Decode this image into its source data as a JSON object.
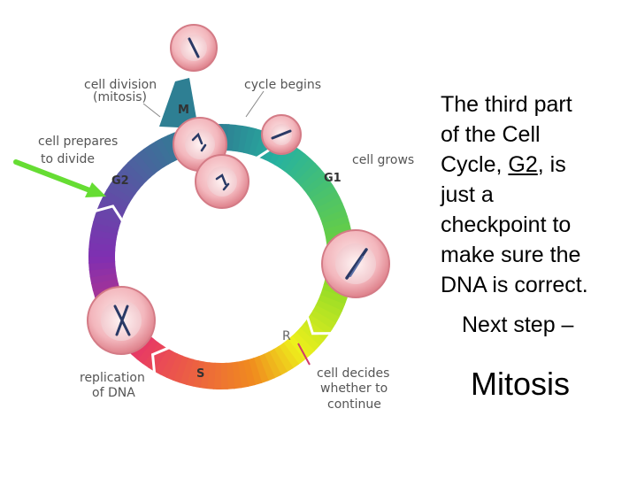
{
  "diagram": {
    "labels": {
      "cell_division": [
        "cell division",
        "(mitosis)"
      ],
      "cycle_begins": "cycle begins",
      "cell_prepares": [
        "cell prepares",
        "to divide"
      ],
      "cell_grows": "cell grows",
      "replication": [
        "replication",
        "of DNA"
      ],
      "cell_decides": [
        "cell decides",
        "whether to",
        "continue"
      ]
    },
    "phases": {
      "m": "M",
      "g1": "G1",
      "g2": "G2",
      "s": "S",
      "r": "R"
    },
    "arrow_color": "#66dd33",
    "ring_colors": {
      "m": "#2e7f93",
      "g1_start": "#26b2a0",
      "g1_end": "#78d62b",
      "r_zone": "#eef01c",
      "s": "#f08a1e",
      "s_end": "#e83b63",
      "g2": "#7f2fb2"
    }
  },
  "text": {
    "line1": "The third part",
    "line2": "of the Cell",
    "line3_pre": "Cycle, ",
    "line3_u": "G2",
    "line3_post": ", is",
    "line4": "just a",
    "line5": "checkpoint to",
    "line6": "make sure the",
    "line7": "DNA is correct.",
    "next_step": "Next step –",
    "mitosis": "Mitosis"
  }
}
